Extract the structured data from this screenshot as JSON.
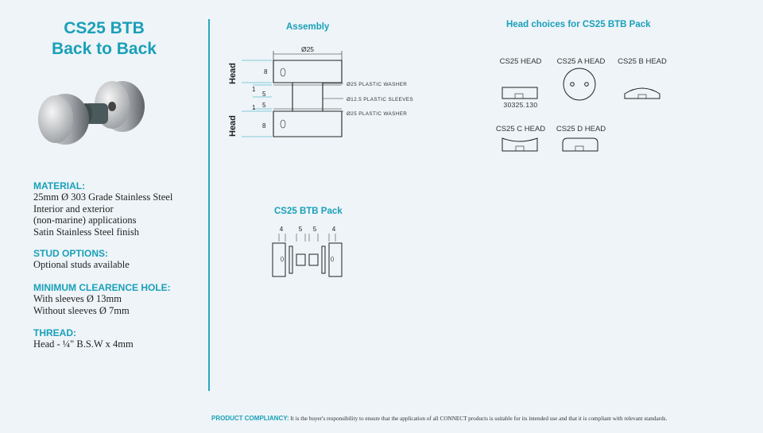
{
  "title": {
    "line1": "CS25 BTB",
    "line2": "Back to Back"
  },
  "specs": [
    {
      "heading": "MATERIAL:",
      "lines": [
        "25mm Ø 303 Grade Stainless Steel",
        "Interior and exterior",
        "(non-marine) applications",
        "Satin Stainless Steel finish"
      ]
    },
    {
      "heading": "STUD OPTIONS:",
      "lines": [
        "Optional studs available"
      ]
    },
    {
      "heading": "MINIMUM CLEARENCE HOLE:",
      "lines": [
        "With sleeves Ø 13mm",
        "Without sleeves Ø 7mm"
      ]
    },
    {
      "heading": "THREAD:",
      "lines": [
        "Head - ¼\" B.S.W x 4mm"
      ]
    }
  ],
  "assembly": {
    "title": "Assembly",
    "diameter": "Ø25",
    "head_label": "Head",
    "dims": [
      "8",
      "1",
      "5",
      "1",
      "5",
      "8"
    ],
    "callouts": [
      "Ø25 PLASTIC WASHER",
      "Ø12.5 PLASTIC SLEEVES",
      "Ø25 PLASTIC WASHER"
    ]
  },
  "pack": {
    "title": "CS25 BTB Pack",
    "dims": [
      "4",
      "5",
      "5",
      "4"
    ]
  },
  "head_choices": {
    "title": "Head choices for CS25 BTB Pack",
    "items": [
      {
        "label": "CS25 HEAD",
        "code": "30325.130"
      },
      {
        "label": "CS25 A HEAD"
      },
      {
        "label": "CS25 B HEAD"
      },
      {
        "label": "CS25 C HEAD"
      },
      {
        "label": "CS25 D HEAD"
      }
    ]
  },
  "footer": {
    "label": "PRODUCT COMPLIANCY:",
    "text": "It is the buyer's responsibility to ensure that the application of all CONNECT products is suitable for its intended use and that it is compliant with relevant standards."
  },
  "colors": {
    "accent": "#1aa0b8",
    "background": "#eef4f8"
  }
}
